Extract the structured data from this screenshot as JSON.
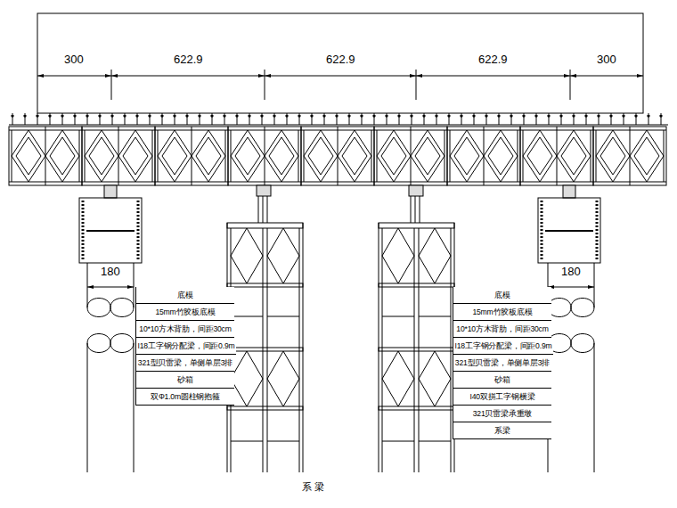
{
  "diagram": {
    "labels": [
      "300",
      "622.9",
      "622.9",
      "622.9",
      "300",
      "180",
      "180",
      "底模",
      "15mm竹胶板底模",
      "10*10方木背肋，间距30cm",
      "I18工字钢分配梁，间距0.9m",
      "321型贝雷梁，单侧单层3排",
      "砂箱",
      "双Φ1.0m圆柱钢抱箍",
      "底模",
      "15mm竹胶板底模",
      "10*10方木背肋，间距30cm",
      "I18工字钢分配梁，间距0.9m",
      "321型贝雷梁，单侧单层3排",
      "砂箱",
      "I40双拼工字钢横梁",
      "321贝雷梁承重墩",
      "系梁",
      "系 梁"
    ]
  }
}
